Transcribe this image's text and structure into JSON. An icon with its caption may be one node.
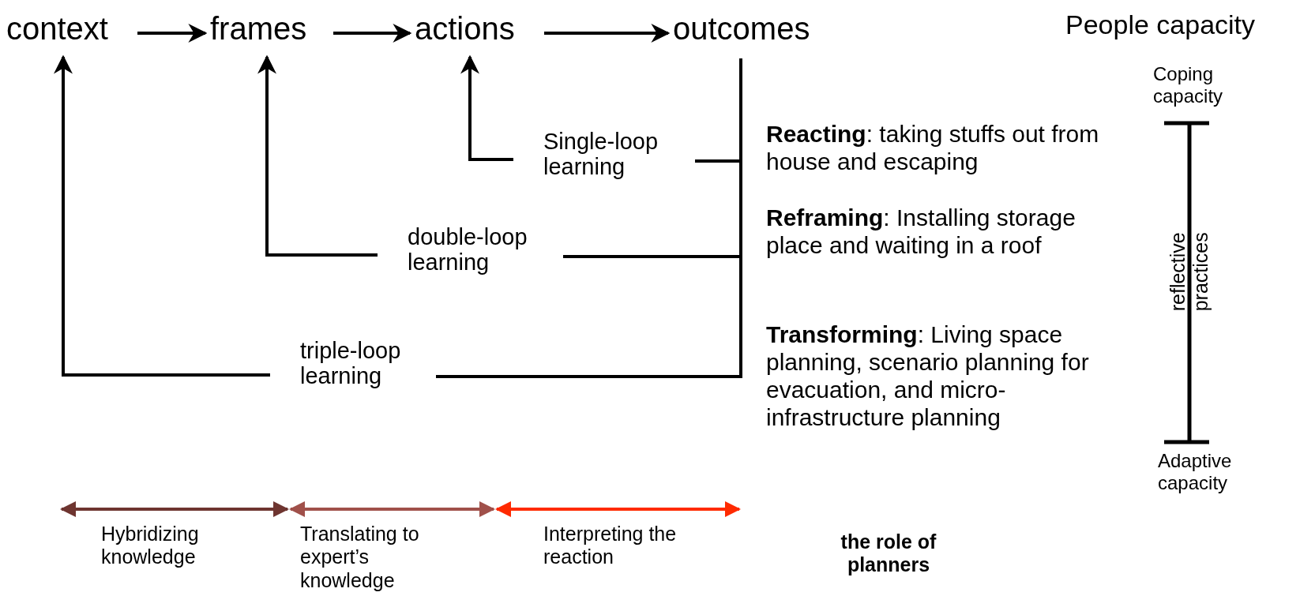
{
  "diagram": {
    "nodes": [
      {
        "text": [
          "context"
        ]
      },
      {
        "text": [
          "frames"
        ]
      },
      {
        "text": [
          "actions"
        ]
      },
      {
        "text": [
          "outcomes"
        ]
      },
      {
        "text": [
          "Single-loop learning"
        ]
      },
      {
        "text": [
          "double-loop learning"
        ]
      },
      {
        "text": [
          "triple-loop learning"
        ]
      }
    ],
    "edges": [
      {
        "from": 0,
        "to": 1,
        "arrow": "to"
      },
      {
        "from": 1,
        "to": 2,
        "arrow": "to"
      },
      {
        "from": 2,
        "to": 3,
        "arrow": "to"
      },
      {
        "from": 3,
        "to": 4,
        "arrow": "none"
      },
      {
        "from": 4,
        "to": 2,
        "arrow": "to"
      },
      {
        "from": 3,
        "to": 5,
        "arrow": "none"
      },
      {
        "from": 5,
        "to": 1,
        "arrow": "to"
      },
      {
        "from": 3,
        "to": 6,
        "arrow": "none"
      },
      {
        "from": 6,
        "to": 0,
        "arrow": "to"
      }
    ],
    "labels": [
      "People capacity",
      "Coping capacity",
      "**Reacting**: taking stuffs out from house and escaping",
      "**Reframing**: Installing storage place and waiting in a roof",
      "**Transforming**: Living space planning, scenario planning for evacuation, and micro-infrastructure planning",
      "reflective practices",
      "Adaptive capacity",
      "Hybridizing knowledge",
      "Translating to expert’s knowledge",
      "Interpreting the reaction",
      "the role of planners"
    ]
  }
}
